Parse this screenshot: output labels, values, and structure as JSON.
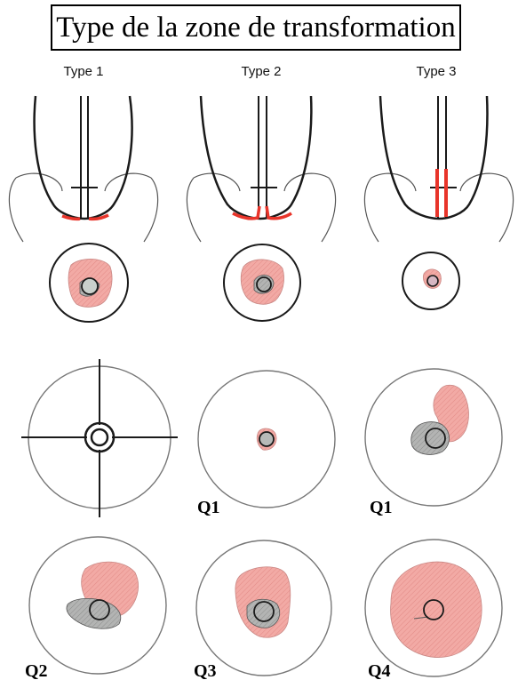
{
  "title": "Type de la zone de transformation",
  "types": [
    {
      "label": "Type 1"
    },
    {
      "label": "Type 2"
    },
    {
      "label": "Type 3"
    }
  ],
  "quadrant_labels": {
    "row2_col2": "Q1",
    "row2_col3": "Q1",
    "row3_col1": "Q2",
    "row3_col2": "Q3",
    "row3_col3": "Q4"
  },
  "colors": {
    "line": "#1a1a1a",
    "red_zone": "#e8342a",
    "pink_fill": "#f2a8a4",
    "grey_fill": "#a9aaa9",
    "circle": "#666666"
  }
}
